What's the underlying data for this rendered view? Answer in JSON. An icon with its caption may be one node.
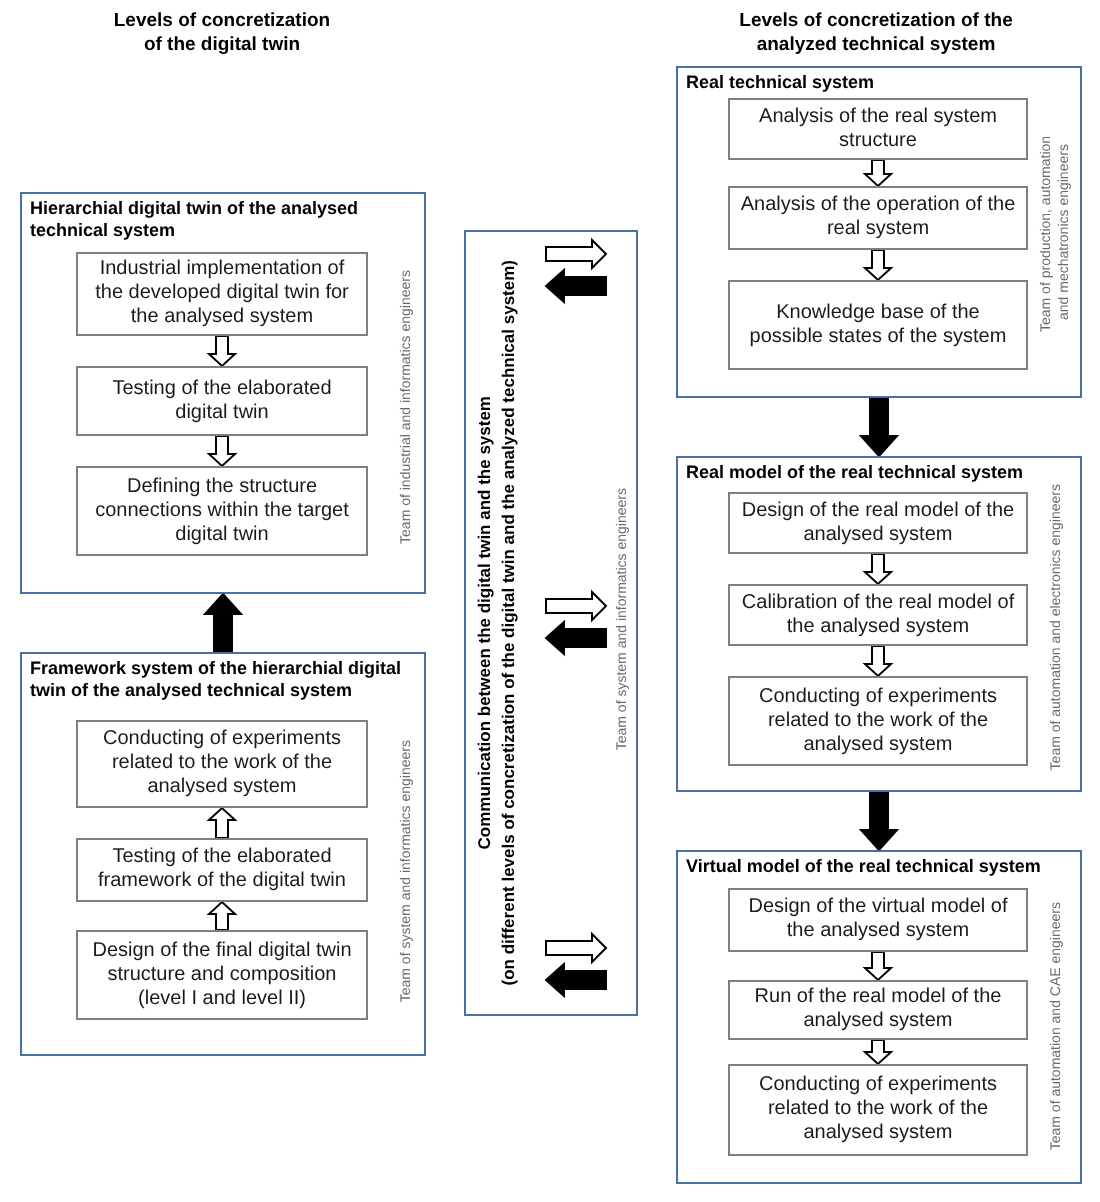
{
  "diagram": {
    "nodes": [
      {
        "text": [
          "Hierarchial digital twin of the analysed technical system",
          "Team of industrial and informatics engineers"
        ]
      },
      {
        "text": [
          "Industrial implementation of the developed digital twin for the analysed system"
        ],
        "in": 0
      },
      {
        "text": [
          "Testing of the elaborated digital twin"
        ],
        "in": 0
      },
      {
        "text": [
          "Defining the structure connections within the target digital twin"
        ],
        "in": 0
      },
      {
        "text": [
          "Framework system of the hierarchial digital twin of the analysed technical system",
          "Team of system and informatics engineers"
        ]
      },
      {
        "text": [
          "Conducting of experiments related to the work of the analysed system"
        ],
        "in": 4
      },
      {
        "text": [
          "Testing of the elaborated framework of the digital twin"
        ],
        "in": 4
      },
      {
        "text": [
          "Design of the final digital twin structure and composition (level I and level II)"
        ],
        "in": 4
      },
      {
        "text": [
          "Communication between the digital twin and the system",
          "(on different levels of concretization of the digital twin and the analyzed technical system)",
          "Team of system and informatics engineers"
        ]
      },
      {
        "text": [
          "Real technical system",
          "Team of production, automation and mechatronics engineers"
        ]
      },
      {
        "text": [
          "Analysis of the real system structure"
        ],
        "in": 9
      },
      {
        "text": [
          "Analysis of the operation of the real system"
        ],
        "in": 9
      },
      {
        "text": [
          "Knowledge base of the possible states of the system"
        ],
        "in": 9
      },
      {
        "text": [
          "Real model of the real technical system",
          "Team of automation and electronics engineers"
        ]
      },
      {
        "text": [
          "Design of the real model of the analysed system"
        ],
        "in": 13
      },
      {
        "text": [
          "Calibration of the real model of the analysed system"
        ],
        "in": 13
      },
      {
        "text": [
          "Conducting of experiments related to the work of the analysed system"
        ],
        "in": 13
      },
      {
        "text": [
          "Virtual model of the real technical system",
          "Team of automation and CAE engineers"
        ]
      },
      {
        "text": [
          "Design of the virtual model of the analysed system"
        ],
        "in": 17
      },
      {
        "text": [
          "Run of the real model of the analysed system"
        ],
        "in": 17
      },
      {
        "text": [
          "Conducting of experiments related to the work of the analysed system"
        ],
        "in": 17
      }
    ],
    "edges": [
      {
        "from": 1,
        "to": 2,
        "arrow": "to"
      },
      {
        "from": 2,
        "to": 3,
        "arrow": "to"
      },
      {
        "from": 7,
        "to": 6,
        "arrow": "to"
      },
      {
        "from": 6,
        "to": 5,
        "arrow": "to"
      },
      {
        "from": 4,
        "to": 0,
        "arrow": "to",
        "style": "thick"
      },
      {
        "from": 10,
        "to": 11,
        "arrow": "to"
      },
      {
        "from": 11,
        "to": 12,
        "arrow": "to"
      },
      {
        "from": 9,
        "to": 13,
        "arrow": "to",
        "style": "thick"
      },
      {
        "from": 14,
        "to": 15,
        "arrow": "to"
      },
      {
        "from": 15,
        "to": 16,
        "arrow": "to"
      },
      {
        "from": 13,
        "to": 17,
        "arrow": "to",
        "style": "thick"
      },
      {
        "from": 18,
        "to": 19,
        "arrow": "to"
      },
      {
        "from": 19,
        "to": 20,
        "arrow": "to"
      }
    ],
    "labels": [
      "Levels of concretization of the digital twin",
      "Levels of concretization of the analyzed technical system"
    ]
  }
}
